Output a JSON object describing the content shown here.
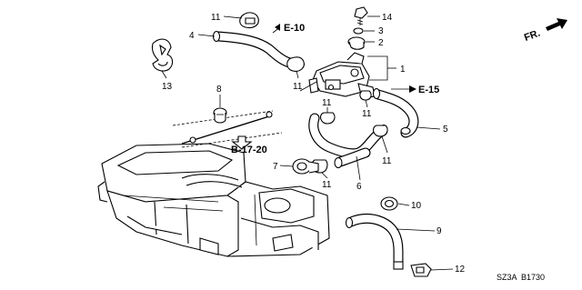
{
  "callouts": {
    "c1": "1",
    "c2": "2",
    "c3": "3",
    "c4": "4",
    "c5": "5",
    "c6": "6",
    "c7": "7",
    "c8": "8",
    "c9": "9",
    "c10": "10",
    "c11a": "11",
    "c11b": "11",
    "c11c": "11",
    "c11d": "11",
    "c11e": "11",
    "c11f": "11",
    "c12": "12",
    "c13": "13",
    "c14": "14"
  },
  "references": {
    "e10": "E-10",
    "e15": "E-15",
    "b1720": "B-17-20"
  },
  "front_label": "FR.",
  "diagram_code": "SZ3A  B1730"
}
